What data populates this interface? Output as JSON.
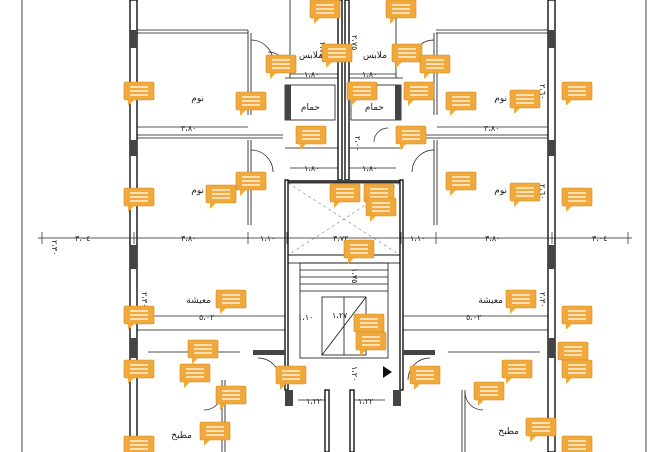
{
  "rooms": {
    "dressing": "ملابس",
    "bath": "حمام",
    "sleep": "نوم",
    "living": "معيشة",
    "kitchen": "مطبخ"
  },
  "dims": {
    "d2_75": "٢،٧٥",
    "d1_80": "١،٨٠",
    "d3_80": "٣،٨٠",
    "d1_10": "١،١٠",
    "d3_04": "٣،٠٤",
    "d3_72": "٣،٧٢",
    "d2_60": "٢،٦٠",
    "d2_30": "٢،٣٠",
    "d5_02": "٥،٠٢",
    "d1_20": "١،٢٠",
    "d1_22": "١،٢٢",
    "d1_75": "١،٧٥",
    "d2_00": "٢،٠٠",
    "d1_27": "١،٢٧"
  },
  "annotation_color": "#f2a93b",
  "annotation_icon": "comment-icon"
}
